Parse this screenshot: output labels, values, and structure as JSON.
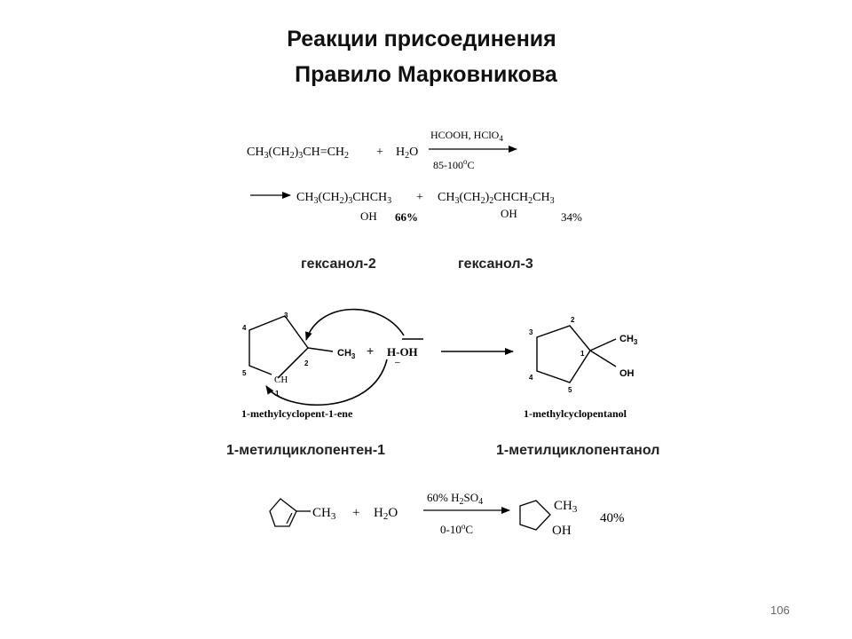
{
  "slide": {
    "title_line1": "Реакции присоединения",
    "title_line2": "Правило Марковникова",
    "page_number": "106"
  },
  "reaction1": {
    "reactant1": "CH3(CH2)3CH=CH2",
    "plus": "+",
    "reactant2": "H2O",
    "reagents_above": "HCOOH, HClO4",
    "conditions_below": "85-100°C",
    "product1": "CH3(CH2)3CHCH3",
    "product1_group": "OH",
    "product1_yield": "66%",
    "product2": "CH3(CH2)2CHCH2CH3",
    "product2_group": "OH",
    "product2_yield": "34%",
    "product1_name": "гексанол-2",
    "product2_name": "гексанол-3"
  },
  "reaction2": {
    "reactant_name_en": "1-methylcyclopent-1-ene",
    "product_name_en": "1-methylcyclopentanol",
    "reactant_name_ru": "1-метилциклопентен-1",
    "product_name_ru": "1-метилциклопентанол",
    "methyl": "CH3",
    "ch_label": "CH",
    "hydroxyl": "OH",
    "reagent": "H-OH",
    "plus": "+",
    "left_atoms": [
      "1",
      "2",
      "3",
      "4",
      "5"
    ],
    "right_atoms": [
      "1",
      "2",
      "3",
      "4",
      "5"
    ]
  },
  "reaction3": {
    "methyl": "CH3",
    "plus": "+",
    "reagent": "H2O",
    "reagents_above": "60% H2SO4",
    "conditions_below": "0-10°C",
    "product_methyl": "CH3",
    "product_hydroxyl": "OH",
    "yield": "40%"
  }
}
